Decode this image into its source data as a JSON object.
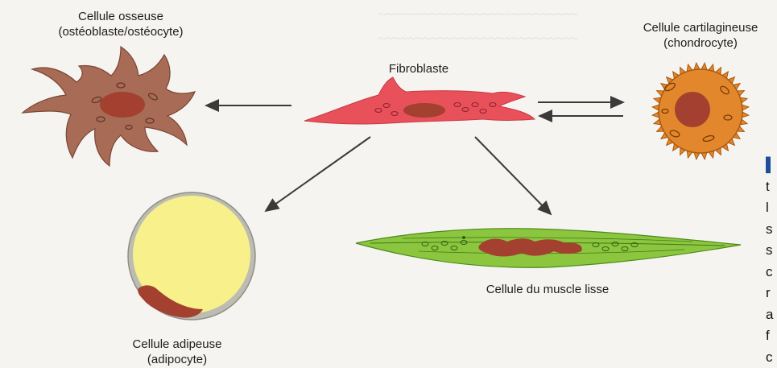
{
  "labels": {
    "bone_cell": {
      "title": "Cellule osseuse",
      "subtitle": "(ostéoblaste/ostéocyte)"
    },
    "fibroblast": {
      "title": "Fibroblaste"
    },
    "cartilage_cell": {
      "title": "Cellule cartilagineuse",
      "subtitle": "(chondrocyte)"
    },
    "fat_cell": {
      "title": "Cellule adipeuse",
      "subtitle": "(adipocyte)"
    },
    "smooth_muscle_cell": {
      "title": "Cellule du muscle lisse"
    }
  },
  "colors": {
    "fibroblast": "#e8505a",
    "bone": "#a86b55",
    "cartilage": "#e2872b",
    "fat": "#f8f08a",
    "muscle": "#8cc63f",
    "nucleus": "#a3402f"
  },
  "margin_column": [
    "t",
    "l",
    "s",
    "s",
    "c",
    "r",
    "a",
    "f",
    "c"
  ]
}
